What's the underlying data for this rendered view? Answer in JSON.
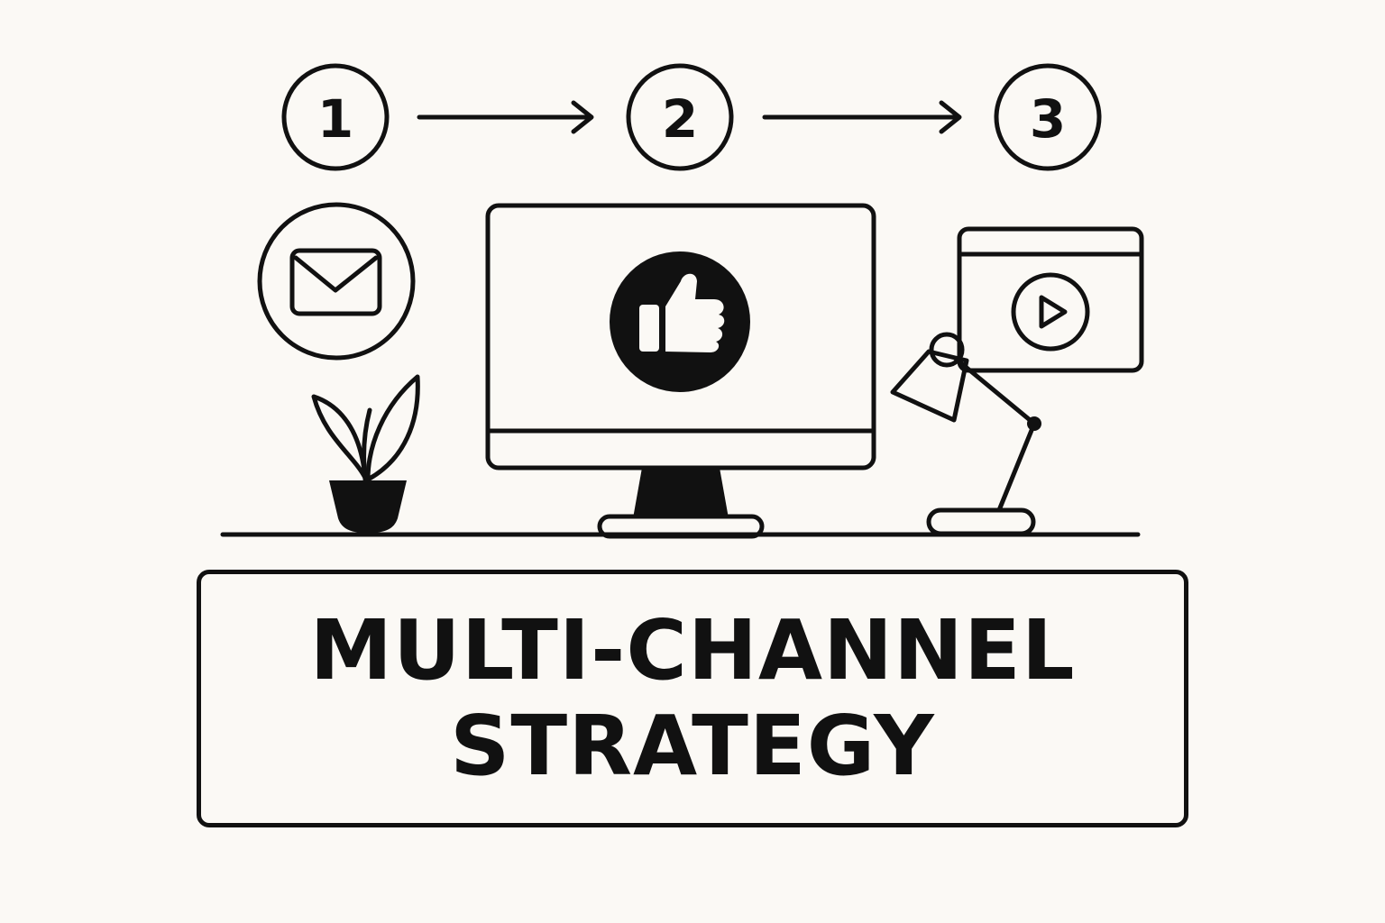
{
  "steps": [
    {
      "number": "1"
    },
    {
      "number": "2"
    },
    {
      "number": "3"
    }
  ],
  "title": {
    "line1": "MULTI-CHANNEL",
    "line2": "STRATEGY"
  },
  "icons": {
    "email": "envelope-icon",
    "social": "thumbs-up-icon",
    "video": "play-video-icon",
    "plant": "plant-icon",
    "lamp": "desk-lamp-icon",
    "monitor": "monitor-icon"
  },
  "colors": {
    "background": "#fbf9f5",
    "ink": "#111111"
  }
}
